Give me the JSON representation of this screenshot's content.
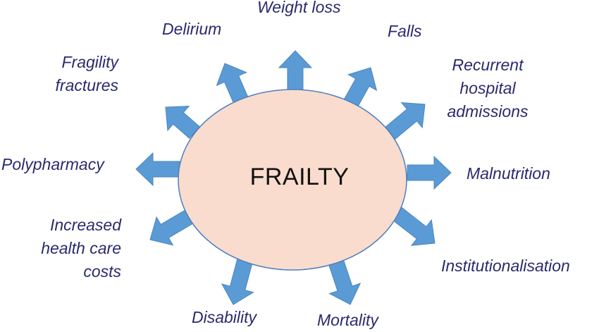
{
  "center": {
    "label": "FRAILTY"
  },
  "outcomes": [
    {
      "id": "weight-loss",
      "label": "Weight loss"
    },
    {
      "id": "delirium",
      "label": "Delirium"
    },
    {
      "id": "falls",
      "label": "Falls"
    },
    {
      "id": "fragility-fractures",
      "label": "Fragility\nfractures"
    },
    {
      "id": "recurrent-hospital-admissions",
      "label": "Recurrent\nhospital\nadmissions"
    },
    {
      "id": "polypharmacy",
      "label": "Polypharmacy"
    },
    {
      "id": "malnutrition",
      "label": "Malnutrition"
    },
    {
      "id": "increased-health-care-costs",
      "label": "Increased\nhealth care\ncosts"
    },
    {
      "id": "institutionalisation",
      "label": "Institutionalisation"
    },
    {
      "id": "disability",
      "label": "Disability"
    },
    {
      "id": "mortality",
      "label": "Mortality"
    }
  ],
  "colors": {
    "ellipse_fill": "#f9dccd",
    "ellipse_stroke": "#4f7fc0",
    "arrow_fill": "#5b9bd5",
    "arrow_stroke": "#4a86c0",
    "label_color": "#2a2a6e"
  }
}
